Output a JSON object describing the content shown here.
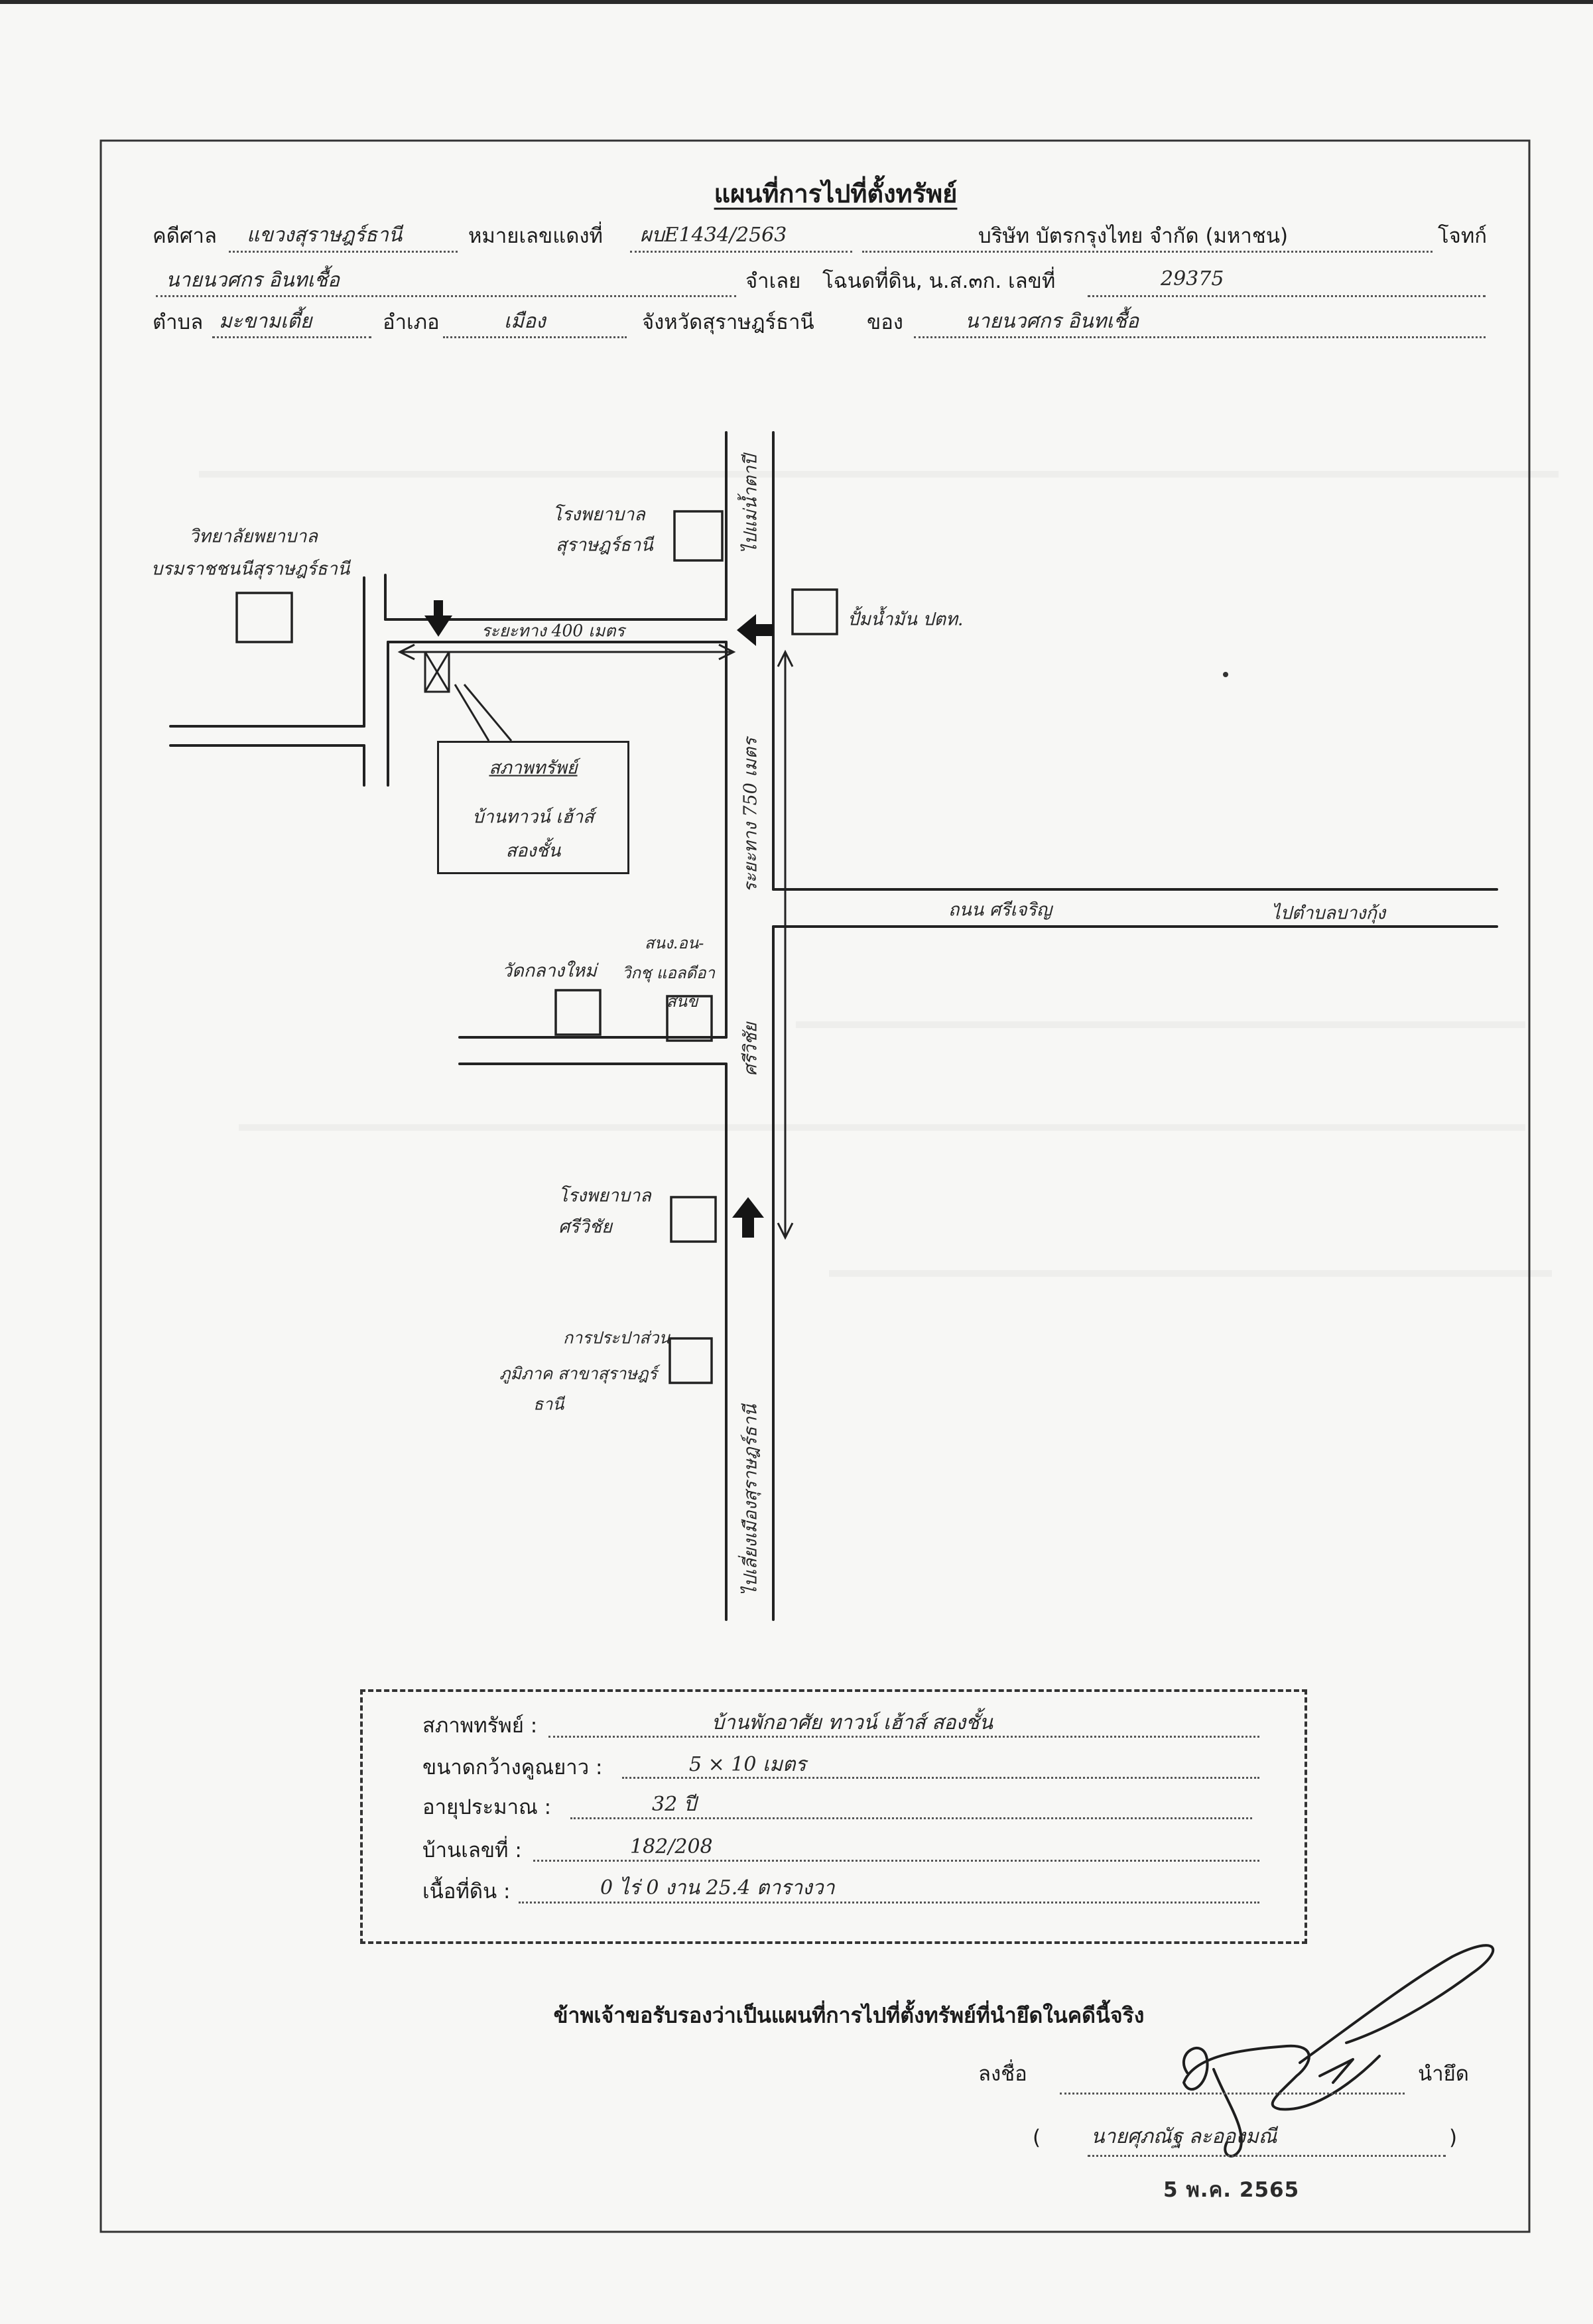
{
  "document": {
    "title": "แผนที่การไปที่ตั้งทรัพย์"
  },
  "header": {
    "court_label": "คดีศาล",
    "court_value": "แขวงสุราษฎร์ธานี",
    "red_case_label": "หมายเลขแดงที่",
    "red_case_value": "ผบE1434/2563",
    "plaintiff_value": "บริษัท บัตรกรุงไทย จำกัด (มหาชน)",
    "plaintiff_label": "โจทก์",
    "defendant_value": "นายนวศกร อินทเชื้อ",
    "defendant_label": "จำเลย",
    "deed_label": "โฉนดที่ดิน, น.ส.๓ก. เลขที่",
    "deed_value": "29375",
    "subdistrict_label": "ตำบล",
    "subdistrict_value": "มะขามเตี้ย",
    "district_label": "อำเภอ",
    "district_value": "เมือง",
    "province_label": "จังหวัดสุราษฎร์ธานี",
    "owner_label": "ของ",
    "owner_value": "นายนวศกร อินทเชื้อ"
  },
  "map": {
    "nursing_college": [
      "วิทยาลัยพยาบาล",
      "บรมราชชนนีสุราษฎร์ธานี"
    ],
    "hospital_north": [
      "โรงพยาบาล",
      "สุราษฎร์ธานี"
    ],
    "to_north": "ไปแม่น้ำตาปี",
    "distance_west": "ระยะทาง 400 เมตร",
    "gas_station": "ปั้มน้ำมัน ปตท.",
    "property_callout": [
      "สภาพทรัพย์",
      "บ้านทาวน์ เฮ้าส์",
      "สองชั้น"
    ],
    "distance_south": "ระยะทาง 750 เมตร",
    "east_road": "ถนน ศรีเจริญ",
    "to_east": "ไปตำบลบางกุ้ง",
    "temple": "วัดกลางใหม่",
    "office": [
      "สนง.อน-",
      "วิกชุ แอลดีอา",
      "สนข"
    ],
    "main_road": "ศรีวิชัย",
    "hospital_south": [
      "โรงพยาบาล",
      "ศรีวิชัย"
    ],
    "waterworks": [
      "การประปาส่วน",
      "ภูมิภาค สาขาสุราษฎร์",
      "ธานี"
    ],
    "to_south": "ไปเลี่ยงเมืองสุราษฎร์ธานี"
  },
  "property": {
    "rows": [
      {
        "label": "สภาพทรัพย์ :",
        "value": "บ้านพักอาศัย ทาวน์ เฮ้าส์ สองชั้น"
      },
      {
        "label": "ขนาดกว้างคูณยาว :",
        "value": "5 × 10 เมตร"
      },
      {
        "label": "อายุประมาณ :",
        "value": "32 ปี"
      },
      {
        "label": "บ้านเลขที่ :",
        "value": "182/208"
      },
      {
        "label": "เนื้อที่ดิน :",
        "value": "0 ไร่ 0 งาน 25.4 ตารางวา"
      }
    ]
  },
  "certification": {
    "statement": "ข้าพเจ้าขอรับรองว่าเป็นแผนที่การไปที่ตั้งทรัพย์ที่นำยึดในคดีนี้จริง",
    "sign_label": "ลงชื่อ",
    "role": "นำยึด",
    "open_paren": "(",
    "close_paren": ")",
    "name": "นายศุภณัฐ ละอองมณี",
    "date_stamp": "5 พ.ค. 2565"
  },
  "colors": {
    "paper": "#f7f7f5",
    "ink": "#1b1b1b"
  }
}
